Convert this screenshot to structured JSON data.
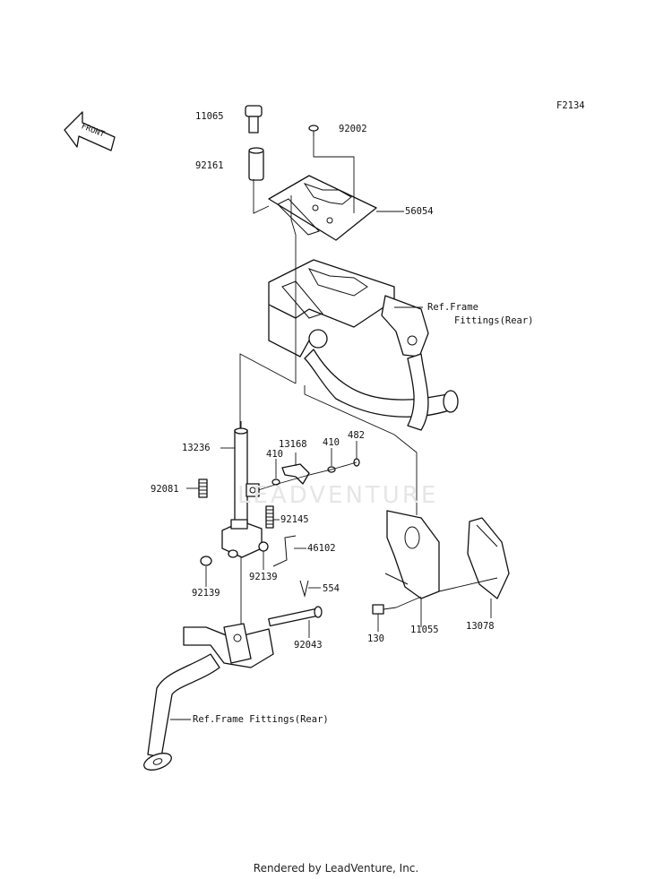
{
  "figure_code": "F2134",
  "front_label": "FRONT",
  "watermark": "LEADVENTURE",
  "footer": "Rendered by LeadVenture, Inc.",
  "parts": {
    "p11065": "11065",
    "p92002": "92002",
    "p92161": "92161",
    "p56054": "56054",
    "p13236": "13236",
    "p13168": "13168",
    "p410a": "410",
    "p410b": "410",
    "p482": "482",
    "p92081": "92081",
    "p92145": "92145",
    "p46102": "46102",
    "p92139a": "92139",
    "p92139b": "92139",
    "p554": "554",
    "p92043": "92043",
    "p130": "130",
    "p11055": "11055",
    "p13078": "13078"
  },
  "references": {
    "ref_upper_line1": "Ref.Frame",
    "ref_upper_line2": "Fittings(Rear)",
    "ref_lower": "Ref.Frame Fittings(Rear)"
  }
}
